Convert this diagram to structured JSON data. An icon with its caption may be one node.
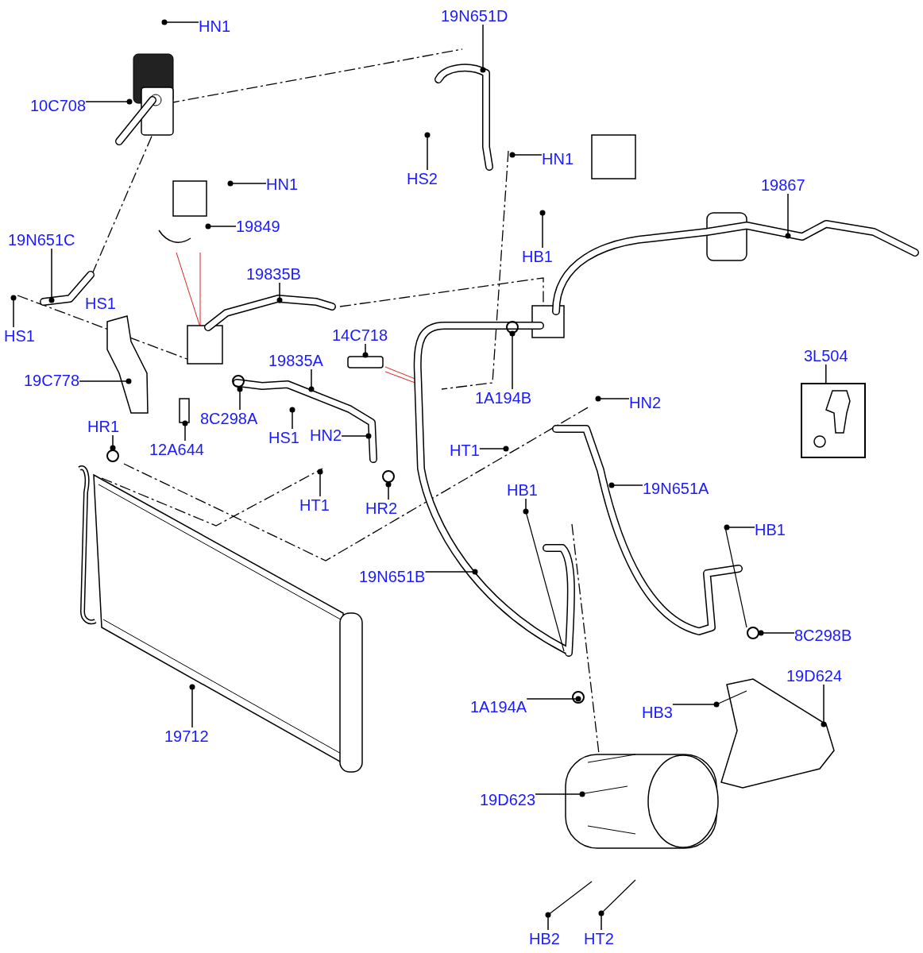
{
  "diagram": {
    "nodes": [
      {
        "text": [
          "HN1"
        ]
      },
      {
        "text": [
          "19N651D"
        ]
      },
      {
        "text": [
          "10C708"
        ]
      },
      {
        "text": [
          "HN1"
        ]
      },
      {
        "text": [
          "HS2"
        ]
      },
      {
        "text": [
          "HN1"
        ]
      },
      {
        "text": [
          "19867"
        ]
      },
      {
        "text": [
          "19849"
        ]
      },
      {
        "text": [
          "19N651C"
        ]
      },
      {
        "text": [
          "HB1"
        ]
      },
      {
        "text": [
          "19835B"
        ]
      },
      {
        "text": [
          "HS1"
        ]
      },
      {
        "text": [
          "HS1"
        ]
      },
      {
        "text": [
          "14C718"
        ]
      },
      {
        "text": [
          "19C778"
        ]
      },
      {
        "text": [
          "1A194B"
        ]
      },
      {
        "text": [
          "19835A"
        ]
      },
      {
        "text": [
          "8C298A"
        ]
      },
      {
        "text": [
          "12A644"
        ]
      },
      {
        "text": [
          "HS1"
        ]
      },
      {
        "text": [
          "HN2"
        ]
      },
      {
        "text": [
          "HR1"
        ]
      },
      {
        "text": [
          "HN2"
        ]
      },
      {
        "text": [
          "HT1"
        ]
      },
      {
        "text": [
          "19N651A"
        ]
      },
      {
        "text": [
          "HB1"
        ]
      },
      {
        "text": [
          "HT1"
        ]
      },
      {
        "text": [
          "HR2"
        ]
      },
      {
        "text": [
          "HB1"
        ]
      },
      {
        "text": [
          "19N651B"
        ]
      },
      {
        "text": [
          "8C298B"
        ]
      },
      {
        "text": [
          "19D624"
        ]
      },
      {
        "text": [
          "HB3"
        ]
      },
      {
        "text": [
          "1A194A"
        ]
      },
      {
        "text": [
          "19712"
        ]
      },
      {
        "text": [
          "19D623"
        ]
      },
      {
        "text": [
          "HB2"
        ]
      },
      {
        "text": [
          "HT2"
        ]
      },
      {
        "text": [
          "3L504"
        ]
      },
      {
        "text": [],
        "shape": "box"
      }
    ],
    "edges": [
      {
        "from": 0,
        "to": null,
        "arrow": "other"
      },
      {
        "from": 1,
        "to": null,
        "arrow": "other"
      },
      {
        "from": 2,
        "to": null,
        "arrow": "other"
      },
      {
        "from": 3,
        "to": null,
        "arrow": "other"
      },
      {
        "from": 4,
        "to": null,
        "arrow": "other"
      },
      {
        "from": 5,
        "to": null,
        "arrow": "other"
      },
      {
        "from": 6,
        "to": null,
        "arrow": "other"
      },
      {
        "from": 7,
        "to": null,
        "arrow": "other"
      },
      {
        "from": 8,
        "to": null,
        "arrow": "other"
      },
      {
        "from": 9,
        "to": null,
        "arrow": "other"
      },
      {
        "from": 10,
        "to": null,
        "arrow": "other"
      },
      {
        "from": 12,
        "to": null,
        "arrow": "other"
      },
      {
        "from": 13,
        "to": null,
        "arrow": "other"
      },
      {
        "from": 14,
        "to": null,
        "arrow": "other"
      },
      {
        "from": 15,
        "to": null,
        "arrow": "other"
      },
      {
        "from": 16,
        "to": null,
        "arrow": "other"
      },
      {
        "from": 17,
        "to": null,
        "arrow": "other"
      },
      {
        "from": 18,
        "to": null,
        "arrow": "other"
      },
      {
        "from": 19,
        "to": null,
        "arrow": "other"
      },
      {
        "from": 20,
        "to": null,
        "arrow": "other"
      },
      {
        "from": 21,
        "to": null,
        "arrow": "other"
      },
      {
        "from": 22,
        "to": null,
        "arrow": "other"
      },
      {
        "from": 23,
        "to": null,
        "arrow": "other"
      },
      {
        "from": 24,
        "to": null,
        "arrow": "other"
      },
      {
        "from": 25,
        "to": null,
        "arrow": "other"
      },
      {
        "from": 26,
        "to": null,
        "arrow": "other"
      },
      {
        "from": 27,
        "to": null,
        "arrow": "other"
      },
      {
        "from": 28,
        "to": null,
        "arrow": "other"
      },
      {
        "from": 29,
        "to": null,
        "arrow": "other"
      },
      {
        "from": 30,
        "to": null,
        "arrow": "other"
      },
      {
        "from": 31,
        "to": null,
        "arrow": "other"
      },
      {
        "from": 32,
        "to": null,
        "arrow": "other"
      },
      {
        "from": 33,
        "to": null,
        "arrow": "other"
      },
      {
        "from": 34,
        "to": null,
        "arrow": "other"
      },
      {
        "from": 35,
        "to": null,
        "arrow": "other"
      },
      {
        "from": 36,
        "to": null,
        "arrow": "other"
      },
      {
        "from": 37,
        "to": null,
        "arrow": "other"
      },
      {
        "from": 38,
        "to": 39,
        "arrow": "none"
      }
    ]
  }
}
